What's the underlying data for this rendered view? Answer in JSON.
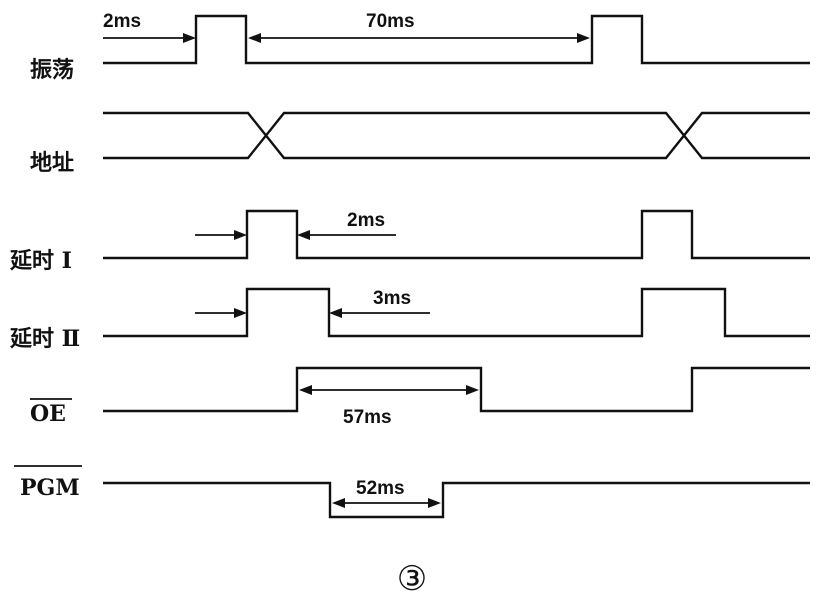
{
  "signals": {
    "oscillation": "振荡",
    "address": "地址",
    "delay1": "延时 I",
    "delay2": "延时 Ⅱ",
    "oe": "OE",
    "pgm": "PGM"
  },
  "dimensions": {
    "osc_width": "2ms",
    "osc_period": "70ms",
    "delay1_width": "2ms",
    "delay2_width": "3ms",
    "oe_width": "57ms",
    "pgm_width": "52ms"
  },
  "caption": "③"
}
